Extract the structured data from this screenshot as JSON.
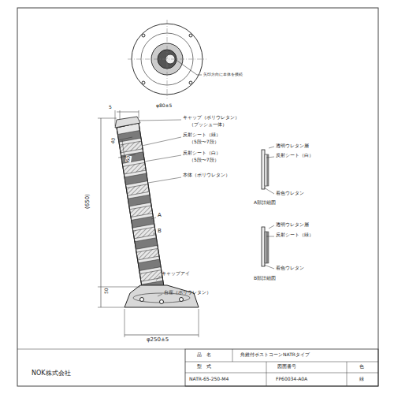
{
  "diagram": {
    "labels": [
      "矢印方向に本体を接続",
      "φ80±5",
      "5",
      "キャップ（ポリウレタン）",
      "（プッシュ一体）",
      "反射シート（緑）",
      "（5段〜7段）",
      "反射シート（白）",
      "（5段〜7段）",
      "本体（ポリウレタン）",
      "40",
      "60",
      "(650)",
      "A",
      "B",
      "50",
      "キャップアイ",
      "台座（ポリウレタン）",
      "φ250±5",
      "透明ウレタン層",
      "反射シート（白）",
      "着色ウレタン",
      "A部詳細図",
      "透明ウレタン層",
      "反射シート（緑）",
      "着色ウレタン",
      "B部詳細図",
      "品　名",
      "角錐付ポストコーンNATRタイプ",
      "型　式",
      "図面番号",
      "色",
      "NATR-65-250-M4",
      "FP60034-A0A",
      "緑",
      "NOK株式会社"
    ]
  }
}
